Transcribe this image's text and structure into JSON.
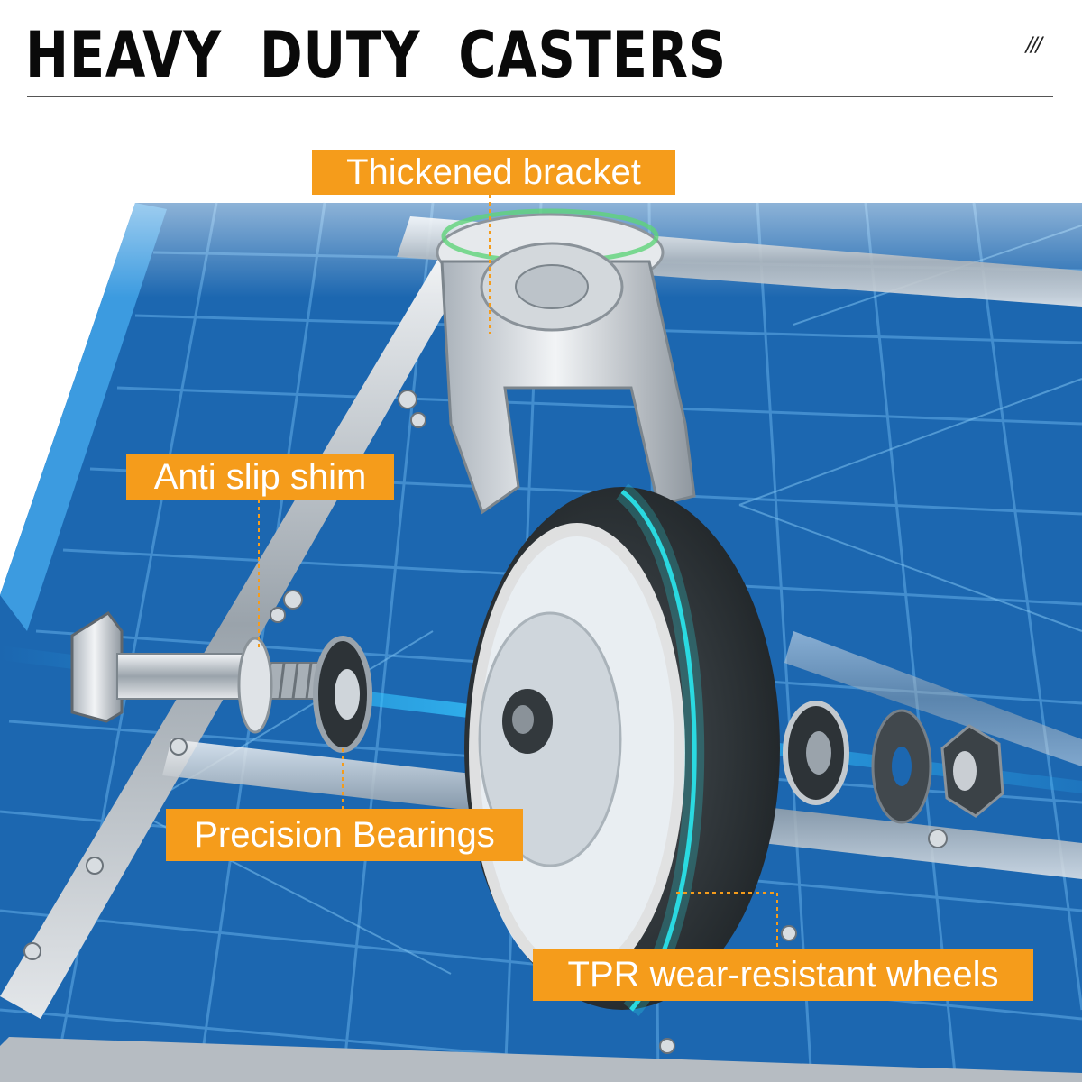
{
  "header": {
    "title": "HEAVY DUTY CASTERS",
    "mark": "///"
  },
  "callouts": {
    "bracket": "Thickened bracket",
    "shim": "Anti slip shim",
    "bearings": "Precision Bearings",
    "tpr": "TPR wear-resistant wheels"
  },
  "colors": {
    "callout_bg": "#f59c1b",
    "cart_blue": "#1c67b0",
    "frame_steel": "#c9ced3",
    "tire": "#2d3338",
    "glow": "#2ae0e8"
  }
}
